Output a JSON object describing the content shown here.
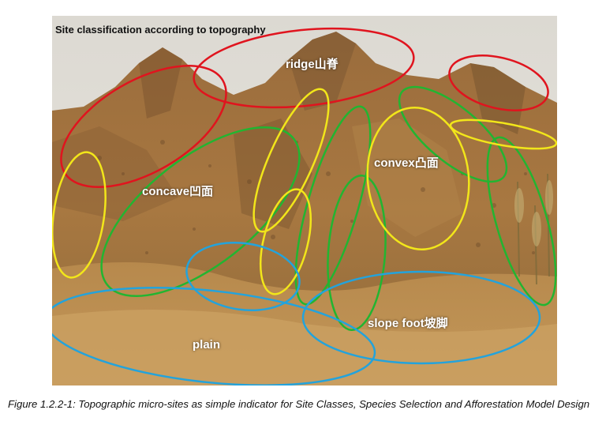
{
  "figure": {
    "title": "Site classification according to topography",
    "labels": {
      "ridge": "ridge山脊",
      "convex": "convex凸面",
      "concave": "concave凹面",
      "slope_foot": "slope foot坡脚",
      "plain": "plain"
    },
    "ellipse_colors": {
      "ridge": "#e0141e",
      "concave": "#22b531",
      "convex": "#f2e61a",
      "slope_foot_plain": "#23a3dc"
    }
  },
  "caption": "Figure 1.2.2-1: Topographic micro-sites as simple indicator for Site Classes, Species Selection and Afforestation Model Design"
}
